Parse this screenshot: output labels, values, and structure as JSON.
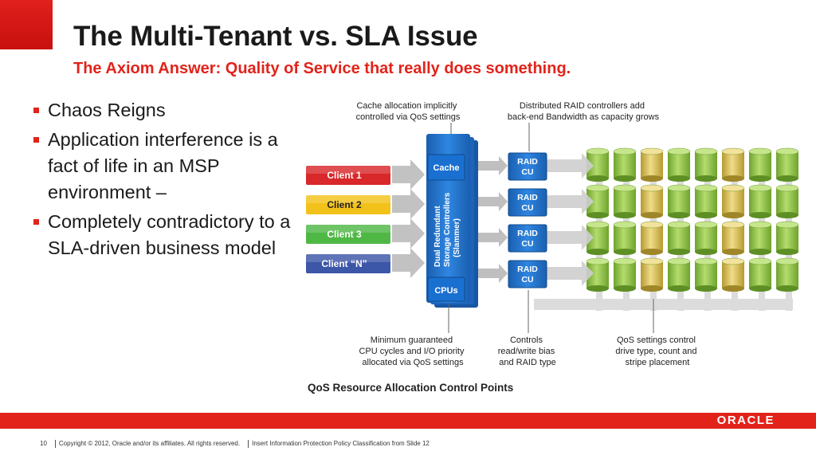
{
  "header": {
    "title": "The Multi-Tenant vs. SLA Issue",
    "subtitle": "The Axiom Answer: Quality of Service that really does something."
  },
  "bullets": [
    "Chaos Reigns",
    "Application interference is a fact of life in an MSP environment –",
    "Completely contradictory to a SLA-driven business model"
  ],
  "diagram": {
    "top_left_caption": [
      "Cache allocation implicitly",
      "controlled via QoS settings"
    ],
    "top_right_caption": [
      "Distributed RAID controllers add",
      "back-end Bandwidth as capacity grows"
    ],
    "clients": [
      {
        "label": "Client 1",
        "color": "#d8282a"
      },
      {
        "label": "Client 2",
        "color": "#f2c21a"
      },
      {
        "label": "Client 3",
        "color": "#4fb845"
      },
      {
        "label": "Client “N”",
        "color": "#3c56a8"
      }
    ],
    "controller_label": [
      "Dual Redundant",
      "Storage Controllers",
      "(Slammer)"
    ],
    "cache_label": "Cache",
    "cpus_label": "CPUs",
    "raid_label": [
      "RAID",
      "CU"
    ],
    "bottom_captions": [
      [
        "Minimum guaranteed",
        "CPU cycles and I/O priority",
        "allocated via QoS settings"
      ],
      [
        "Controls",
        "read/write bias",
        "and RAID type"
      ],
      [
        "QoS settings control",
        "drive type, count and",
        "stripe placement"
      ]
    ],
    "figure_title": "QoS Resource Allocation Control Points"
  },
  "footer": {
    "page": "10",
    "copyright": "Copyright © 2012, Oracle and/or its affiliates. All rights reserved.",
    "policy": "Insert Information Protection Policy Classification from Slide 12",
    "logo": "ORACLE"
  },
  "colors": {
    "accent": "#e2231a",
    "controller": "#1f6fc7",
    "drive_green": "#8ec63f",
    "drive_yellow": "#e4c95a"
  }
}
